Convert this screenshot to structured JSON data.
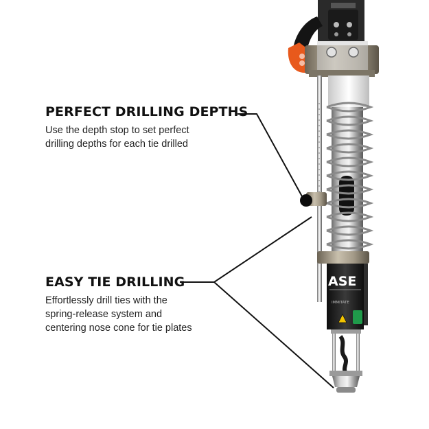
{
  "callouts": [
    {
      "heading": "PERFECT DRILLING DEPTHS",
      "lines": [
        "Use the depth stop to set perfect",
        "drilling depths for each tie drilled"
      ]
    },
    {
      "heading": "EASY TIE DRILLING",
      "lines": [
        "Effortlessly drill ties with the",
        "spring-release system and",
        "centering nose cone for tie plates"
      ]
    }
  ],
  "product_label": {
    "brand_fragment": "ASE",
    "small_text": "IMMITATE"
  },
  "colors": {
    "handle_orange": "#e8591c",
    "label_black": "#1e1e1e",
    "steel": "#b9b9b9",
    "text": "#111111"
  }
}
